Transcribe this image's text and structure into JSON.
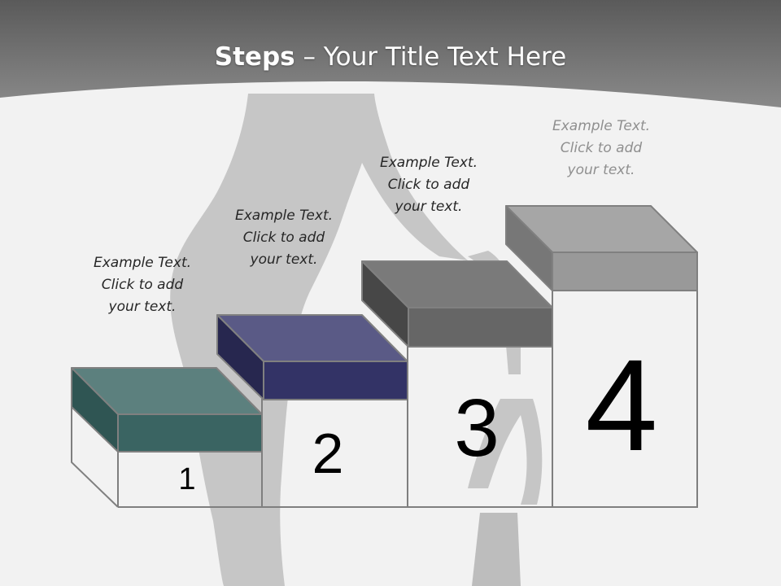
{
  "title": {
    "bold": "Steps",
    "rest": " – Your Title Text Here"
  },
  "steps": [
    {
      "number": "1",
      "lines": [
        "Example Text.",
        "Click  to add",
        "your text."
      ],
      "color": "#4e7a78"
    },
    {
      "number": "2",
      "lines": [
        "Example Text.",
        "Click  to add",
        "your text."
      ],
      "color": "#3f3f75"
    },
    {
      "number": "3",
      "lines": [
        "Example Text.",
        "Click  to add",
        "your text."
      ],
      "color": "#676767"
    },
    {
      "number": "4",
      "lines": [
        "Example Text.",
        "Click  to add",
        "your text."
      ],
      "color": "#9a9a9a"
    }
  ],
  "colors": {
    "header": "#6b6b6b",
    "background": "#f2f2f2",
    "silhouette": "#c4c4c4",
    "outline": "#7f7f7f"
  }
}
